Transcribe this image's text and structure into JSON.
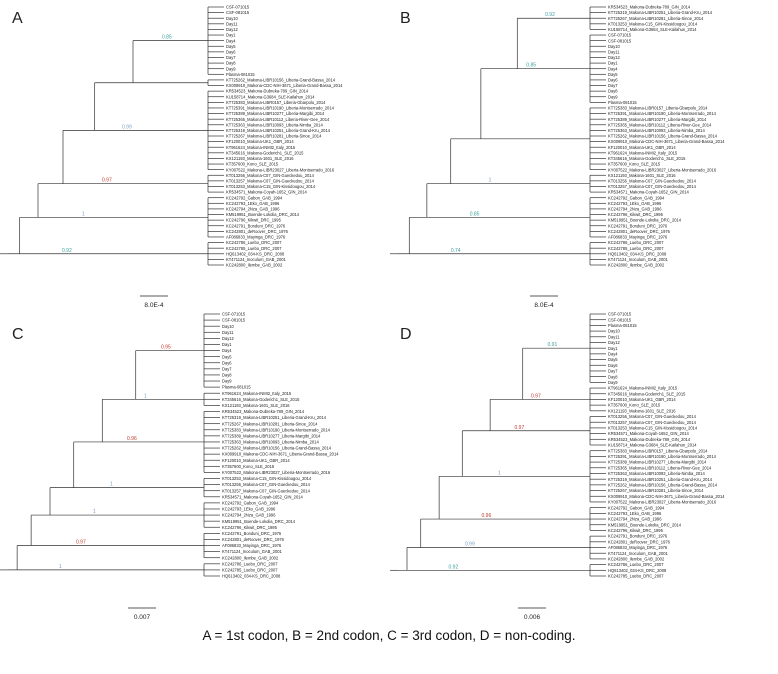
{
  "colors": {
    "branch": "#333333",
    "support_high": "#7a9bc4",
    "support_low": "#c0392b",
    "support_cyan": "#3a9e9e"
  },
  "caption": "A = 1st codon, B = 2nd codon, C = 3rd codon, D = non-coding.",
  "panels": [
    {
      "id": "A",
      "letter": "A",
      "scale_label": "8.0E-4",
      "clades": [
        {
          "tips": [
            "CSF-071015",
            "CSF-081015",
            "Day10",
            "Day11",
            "Day12",
            "Day1",
            "Day4",
            "Day5",
            "Day6",
            "Day7",
            "Day8",
            "Day9",
            "Plasma-081015"
          ],
          "support": "0.85"
        },
        {
          "tips": [
            "KT725262_Makona-LIBR10156_Liberia-Grand-Bassa_2014",
            "KX009910_Makona-CDC-NIH-3671_Liberia-Grand-Bassa_2014"
          ],
          "support": ""
        },
        {
          "tips": [
            "KR534523_Makona-Dubreka-789_GIN_2014",
            "KU158714_Makona-G3684_SLE-Kailahun_2014",
            "KT725383_Makona-LIBR0157_Liberia-Gbarpolu_2014",
            "KT725391_Makona-LIBR10190_Liberia-Montserrado_2014",
            "KT725389_Makona-LIBR10277_Liberia-Margibi_2014",
            "KT725365_Makona-LIBR10112_Liberia-River-Gee_2014",
            "KT725363_Makona-LIBR10093_Liberia-Nimba_2014",
            "KT725319_Makona-LIBR10251_Liberia-Grand-Kru_2014",
            "KT725267_Makona-LIBR10281_Liberia-Sinoe_2014",
            "KF120010_Makona-UK1_GBR_2014",
            "KT961624_Makona-INMI2_Italy_2015",
            "KT345616_Makona-Goderich1_SLE_2015",
            "KX121193_Makona-1601_SLE_2016",
            "KT357600_Kono_SLE_2015",
            "KY007522_Makona-LIBR23027_Liberia-Montserrado_2016"
          ],
          "support": "0.99"
        },
        {
          "tips": [
            "KT013256_Makona-C07_GIN-Gueckedou_2014",
            "KT013257_Makona-C07_GIN-Gueckedou_2014",
            "KT013253_Makona-C15_GIN-Kissidougou_2014",
            "KR534571_Makona-Coyah-1652_GIN_2014"
          ],
          "support": "0.97"
        },
        {
          "tips": [
            "KC242792_Gabon_GAB_1994",
            "KC242793_1Eko_GAB_1996",
            "KC242794_2Nza_GAB_1996",
            "KM519951_Boende-Lokolia_DRC_2014",
            "KC242796_Kikwit_DRC_1995",
            "KC242791_Bonduni_DRC_1976",
            "KC242801_deRoover_DRC_1976",
            "AF086833_Mayinga_DRC_1976"
          ],
          "support": "1"
        },
        {
          "tips": [
            "KC242786_Luebo_DRC_2007",
            "KC242785_Luebo_DRC_2007",
            "HQ613402_034-KS_DRC_2008",
            "KT471124_Inoculum_GAB_2001",
            "KC242800_Ilembe_GAB_2002"
          ],
          "support": "0.92"
        }
      ]
    },
    {
      "id": "B",
      "letter": "B",
      "scale_label": "8.0E-4",
      "clades": [
        {
          "tips": [
            "KR534523_Makona-Dubreka-789_GIN_2014",
            "KT725319_Makona-LIBR10251_Liberia-Grand-Kru_2014",
            "KT725267_Makona-LIBR10281_Liberia-Sinoe_2014",
            "KT013253_Makona-C15_GIN-Kissidougou_2014",
            "KU158714_Makona-G3684_SLE-Kailahun_2014"
          ],
          "support": "0.92"
        },
        {
          "tips": [
            "CSF-071015",
            "CSF-081015",
            "Day10",
            "Day11",
            "Day12",
            "Day1",
            "Day4",
            "Day5",
            "Day6",
            "Day7",
            "Day8",
            "Day9",
            "Plasma-081015"
          ],
          "support": "0.85"
        },
        {
          "tips": [
            "KT725383_Makona-LIBR0157_Liberia-Gbarpolu_2014",
            "KT725391_Makona-LIBR10190_Liberia-Montserrado_2014",
            "KT725389_Makona-LIBR10277_Liberia-Margibi_2014",
            "KT725365_Makona-LIBR10112_Liberia-River-Gee_2014",
            "KT725363_Makona-LIBR10093_Liberia-Nimba_2014",
            "KT725262_Makona-LIBR10156_Liberia-Grand-Bassa_2014",
            "KX009910_Makona-CDC-NIH-3671_Liberia-Grand-Bassa_2014",
            "KF120010_Makona-UK1_GBR_2014",
            "KT961624_Makona-INMI2_Italy_2015",
            "KT345616_Makona-Goderich1_SLE_2015",
            "KT357600_Kono_SLE_2015",
            "KY007522_Makona-LIBR23027_Liberia-Montserrado_2016"
          ],
          "support": ""
        },
        {
          "tips": [
            "KX121193_Makona-1601_SLE_2016",
            "KT013256_Makona-C07_GIN-Gueckedou_2014",
            "KT013257_Makona-C07_GIN-Gueckedou_2014",
            "KR534571_Makona-Coyah-1652_GIN_2014"
          ],
          "support": "1"
        },
        {
          "tips": [
            "KC242792_Gabon_GAB_1994",
            "KC242793_1Eko_GAB_1996",
            "KC242794_2Nza_GAB_1996",
            "KC242796_Kikwit_DRC_1995",
            "KM519951_Boende-Lokolia_DRC_2014",
            "KC242791_Bonduni_DRC_1976",
            "KC242801_deRoover_DRC_1976",
            "AF086833_Mayinga_DRC_1976"
          ],
          "support": "0.85"
        },
        {
          "tips": [
            "KC242786_Luebo_DRC_2007",
            "KC242785_Luebo_DRC_2007",
            "HQ613402_034-KS_DRC_2008",
            "KT471124_Inoculum_GAB_2001",
            "KC242800_Ilembe_GAB_2002"
          ],
          "support": "0.74"
        }
      ]
    },
    {
      "id": "C",
      "letter": "C",
      "scale_label": "0.007",
      "clades": [
        {
          "tips": [
            "CSF-071015",
            "CSF-081015",
            "Day10",
            "Day11",
            "Day12",
            "Day1",
            "Day4",
            "Day5",
            "Day6",
            "Day7",
            "Day8",
            "Day9",
            "Plasma-081015"
          ],
          "support": "0.95"
        },
        {
          "tips": [
            "KT961624_Makona-INMI2_Italy_2015",
            "KT345616_Makona-Goderich1_SLE_2015",
            "KX121193_Makona-1601_SLE_2016"
          ],
          "support": "1"
        },
        {
          "tips": [
            "KR534523_Makona-Dubreka-789_GIN_2014",
            "KT725319_Makona-LIBR10251_Liberia-Grand-Kru_2014",
            "KT725267_Makona-LIBR10281_Liberia-Sinoe_2014",
            "KT725383_Makona-LIBR10190_Liberia-Montserrado_2014",
            "KT725389_Makona-LIBR10277_Liberia-Margibi_2014",
            "KT725363_Makona-LIBR10093_Liberia-Nimba_2014",
            "KT725262_Makona-LIBR10156_Liberia-Grand-Bassa_2014",
            "KX009910_Makona-CDC-NIH-3671_Liberia-Grand-Bassa_2014",
            "KF120010_Makona-UK1_GBR_2014",
            "KT357600_Kono_SLE_2015",
            "KY007522_Makona-LIBR23027_Liberia-Montserrado_2016"
          ],
          "support": "0.96"
        },
        {
          "tips": [
            "KT013253_Makona-C15_GIN-Kissidougou_2014",
            "KT013256_Makona-C07_GIN-Gueckedou_2014",
            "KT013257_Makona-C07_GIN-Gueckedou_2014",
            "KR534571_Makona-Coyah-1652_GIN_2014"
          ],
          "support": "1"
        },
        {
          "tips": [
            "KC242792_Gabon_GAB_1994",
            "KC242793_1Eko_GAB_1996",
            "KC242794_2Nza_GAB_1996",
            "KM519951_Boende-Lokolia_DRC_2014",
            "KC242796_Kikwit_DRC_1995"
          ],
          "support": "1"
        },
        {
          "tips": [
            "KC242791_Bonduni_DRC_1976",
            "KC242801_deRoover_DRC_1976",
            "AF086833_Mayinga_DRC_1976",
            "KT471124_Inoculum_GAB_2001",
            "KC242800_Ilembe_GAB_2002"
          ],
          "support": "0.97"
        },
        {
          "tips": [
            "KC242786_Luebo_DRC_2007",
            "KC242785_Luebo_DRC_2007",
            "HQ613402_034-KS_DRC_2008"
          ],
          "support": "1"
        }
      ]
    },
    {
      "id": "D",
      "letter": "D",
      "scale_label": "0.006",
      "clades": [
        {
          "tips": [
            "CSF-071015",
            "CSF-081015",
            "Plasma-081015",
            "Day10",
            "Day11",
            "Day12",
            "Day1",
            "Day4",
            "Day5",
            "Day6",
            "Day7",
            "Day8",
            "Day9"
          ],
          "support": "0.91"
        },
        {
          "tips": [
            "KT961624_Makona-INMI2_Italy_2015",
            "KT345616_Makona-Goderich1_SLE_2015",
            "KF120010_Makona-UK1_GBR_2014",
            "KT357600_Kono_SLE_2015",
            "KX121193_Makona-1601_SLE_2016"
          ],
          "support": "0.97"
        },
        {
          "tips": [
            "KT013256_Makona-C07_GIN-Gueckedou_2014",
            "KT013257_Makona-C07_GIN-Gueckedou_2014",
            "KT013253_Makona-C15_GIN-Kissidougou_2014",
            "KR534571_Makona-Coyah-1652_GIN_2014",
            "KR534523_Makona-Dubreka-789_GIN_2014",
            "KU158714_Makona-G3684_SLE-Kailahun_2014"
          ],
          "support": "0.97"
        },
        {
          "tips": [
            "KT725383_Makona-LIBR0157_Liberia-Gbarpolu_2014",
            "KT725391_Makona-LIBR10190_Liberia-Montserrado_2014",
            "KT725389_Makona-LIBR10277_Liberia-Margibi_2014",
            "KT725365_Makona-LIBR10112_Liberia-River-Gee_2014",
            "KT725363_Makona-LIBR10093_Liberia-Nimba_2014",
            "KT725319_Makona-LIBR10251_Liberia-Grand-Kru_2014",
            "KT725262_Makona-LIBR10156_Liberia-Grand-Bassa_2014",
            "KT725267_Makona-LIBR10281_Liberia-Sinoe_2014",
            "KX009910_Makona-CDC-NIH-3671_Liberia-Grand-Bassa_2014",
            "KY007522_Makona-LIBR23027_Liberia-Montserrado_2016"
          ],
          "support": "1"
        },
        {
          "tips": [
            "KC242792_Gabon_GAB_1994",
            "KC242793_1Eko_GAB_1996",
            "KC242794_2Nza_GAB_1996",
            "KM519951_Boende-Lokolia_DRC_2014",
            "KC242796_Kikwit_DRC_1995"
          ],
          "support": "0.96"
        },
        {
          "tips": [
            "KC242791_Bonduni_DRC_1976",
            "KC242801_deRoover_DRC_1976",
            "AF086833_Mayinga_DRC_1976",
            "KT471124_Inoculum_GAB_2001",
            "KC242800_Ilembe_GAB_2002"
          ],
          "support": "0.99"
        },
        {
          "tips": [
            "KC242786_Luebo_DRC_2007",
            "HQ613402_034-KS_DRC_2008",
            "KC242785_Luebo_DRC_2007"
          ],
          "support": "0.92"
        }
      ]
    }
  ]
}
